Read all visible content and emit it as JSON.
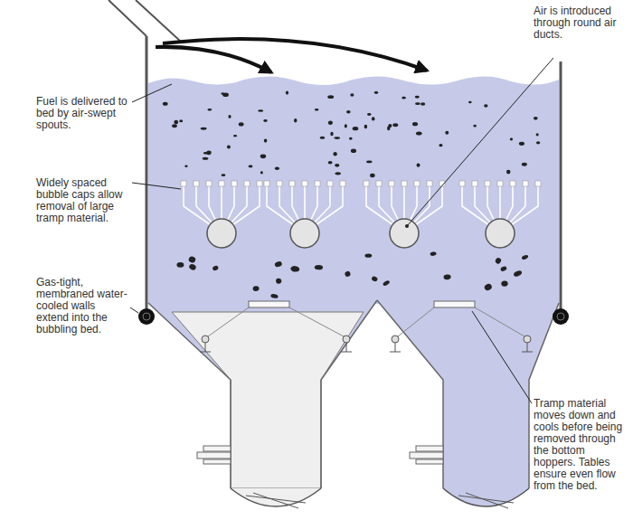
{
  "diagram": {
    "labels": [
      "Fuel is delivered to bed by air-swept spouts.",
      "Air is introduced through round air ducts.",
      "Widely spaced bubble caps allow removal of large tramp material.",
      "Gas-tight, membraned water-cooled walls extend into the bubbling bed.",
      "Tramp material moves down and cools before being removed through the bottom hoppers. Tables ensure even flow from the bed."
    ]
  }
}
